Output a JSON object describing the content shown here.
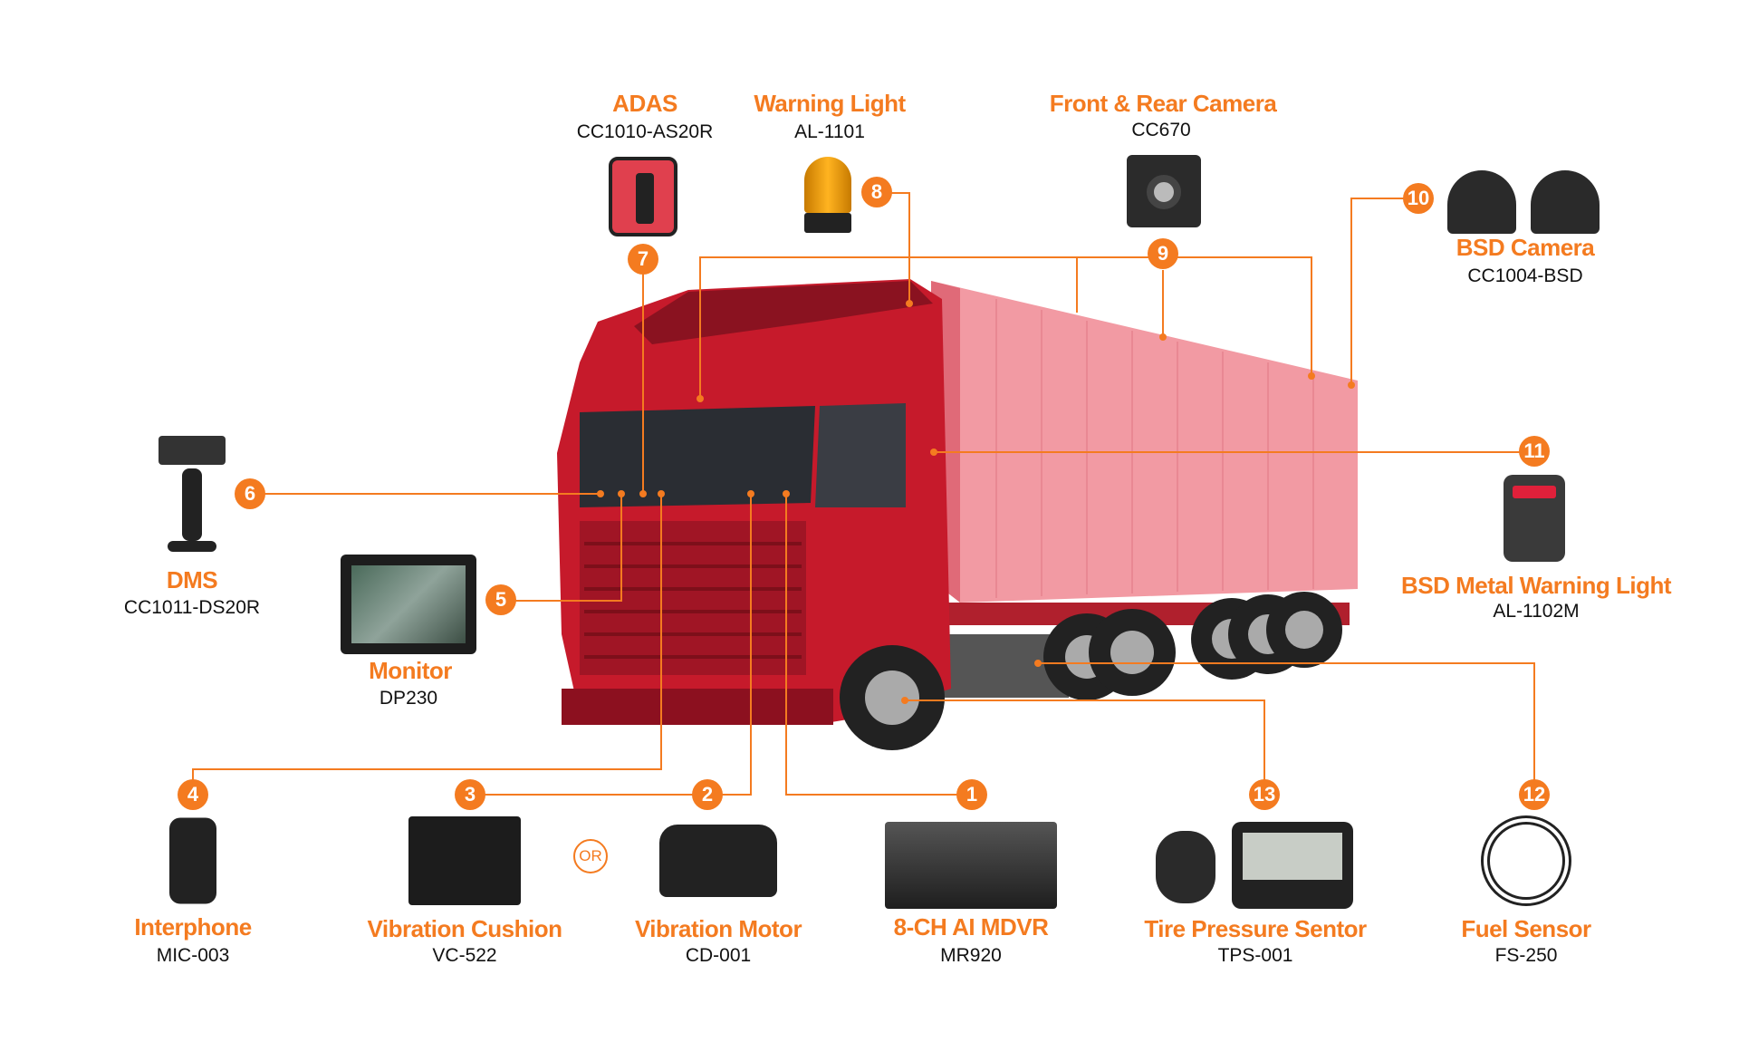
{
  "accent": "#f47b20",
  "items": [
    {
      "num": "1",
      "title": "8-CH AI MDVR",
      "model": "MR920",
      "icon": "mdvr-icon"
    },
    {
      "num": "2",
      "title": "Vibration Motor",
      "model": "CD-001",
      "icon": "vibration-motor-icon"
    },
    {
      "num": "3",
      "title": "Vibration Cushion",
      "model": "VC-522",
      "icon": "vibration-cushion-icon"
    },
    {
      "num": "4",
      "title": "Interphone",
      "model": "MIC-003",
      "icon": "microphone-icon"
    },
    {
      "num": "5",
      "title": "Monitor",
      "model": "DP230",
      "icon": "monitor-icon"
    },
    {
      "num": "6",
      "title": "DMS",
      "model": "CC1011-DS20R",
      "icon": "dms-camera-icon"
    },
    {
      "num": "7",
      "title": "ADAS",
      "model": "CC1010-AS20R",
      "icon": "adas-camera-icon"
    },
    {
      "num": "8",
      "title": "Warning Light",
      "model": "AL-1101",
      "icon": "beacon-light-icon"
    },
    {
      "num": "9",
      "title": "Front & Rear Camera",
      "model": "CC670",
      "icon": "rear-camera-icon"
    },
    {
      "num": "10",
      "title": "BSD Camera",
      "model": "CC1004-BSD",
      "icon": "bsd-camera-icon"
    },
    {
      "num": "11",
      "title": "BSD Metal Warning Light",
      "model": "AL-1102M",
      "icon": "warning-speaker-icon"
    },
    {
      "num": "12",
      "title": "Fuel Sensor",
      "model": "FS-250",
      "icon": "fuel-sensor-icon"
    },
    {
      "num": "13",
      "title": "Tire Pressure Sentor",
      "model": "TPS-001",
      "icon": "tpms-icon"
    }
  ],
  "or_label": "OR"
}
